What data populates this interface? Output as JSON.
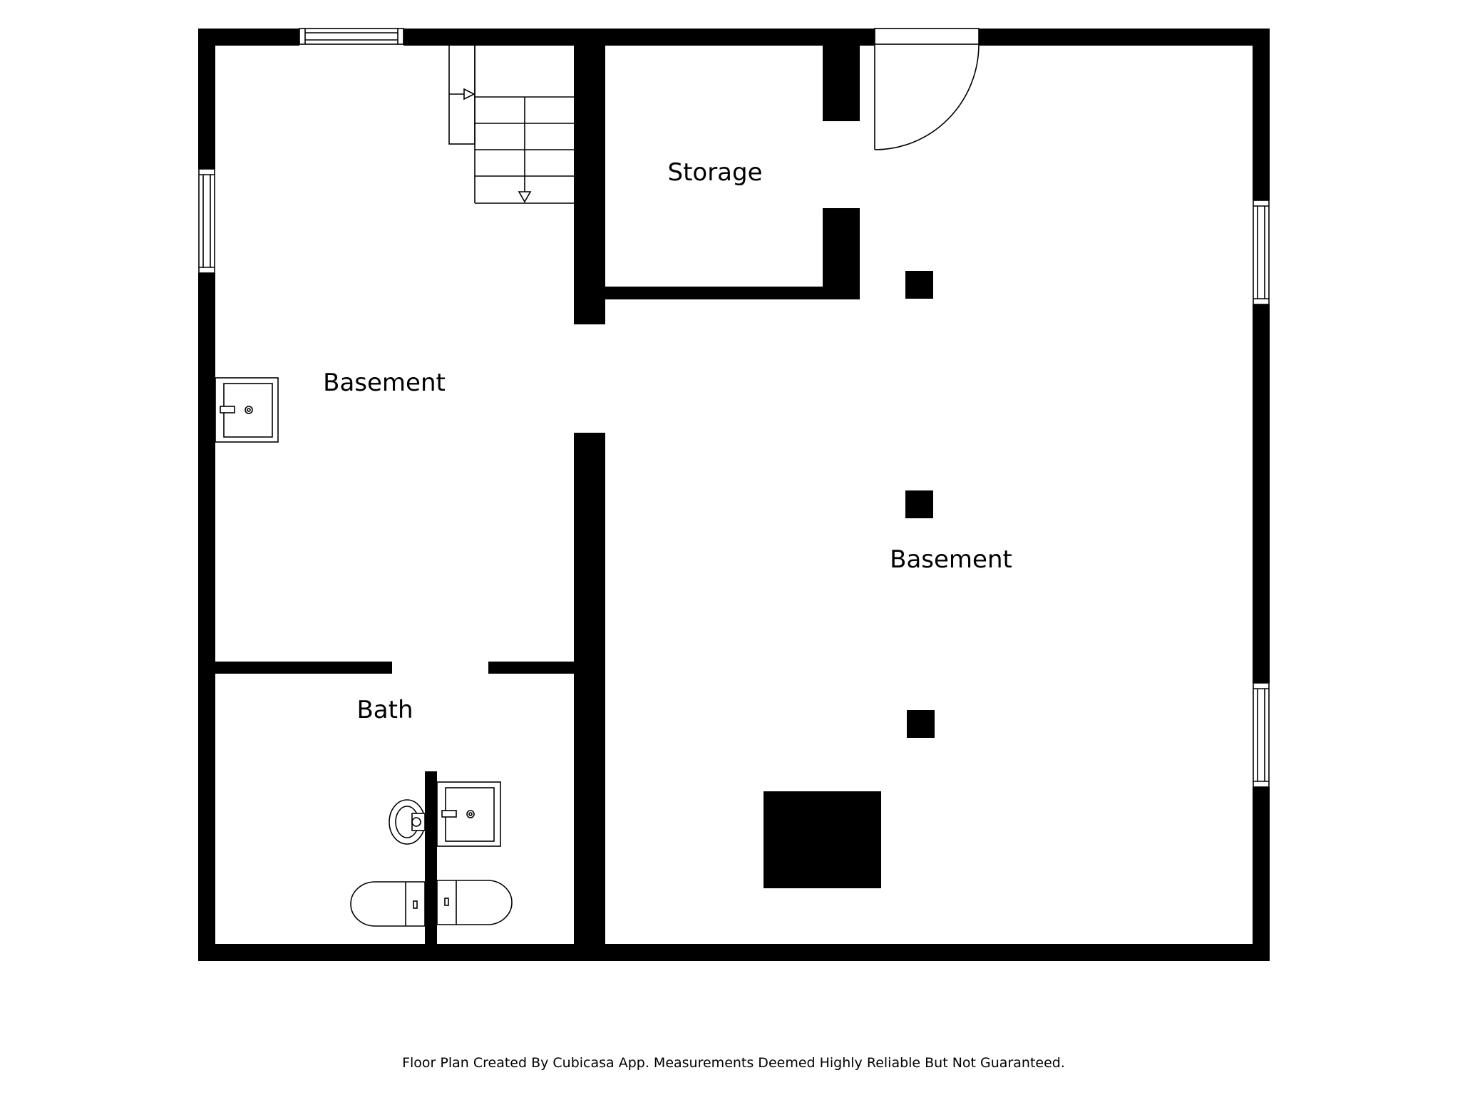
{
  "rooms": {
    "basement_west": "Basement",
    "storage": "Storage",
    "basement_east": "Basement",
    "bath": "Bath"
  },
  "footer": {
    "disclaimer": "Floor Plan Created By Cubicasa App. Measurements Deemed Highly Reliable But Not Guaranteed."
  },
  "colors": {
    "wall": "#000000",
    "background": "#ffffff"
  }
}
